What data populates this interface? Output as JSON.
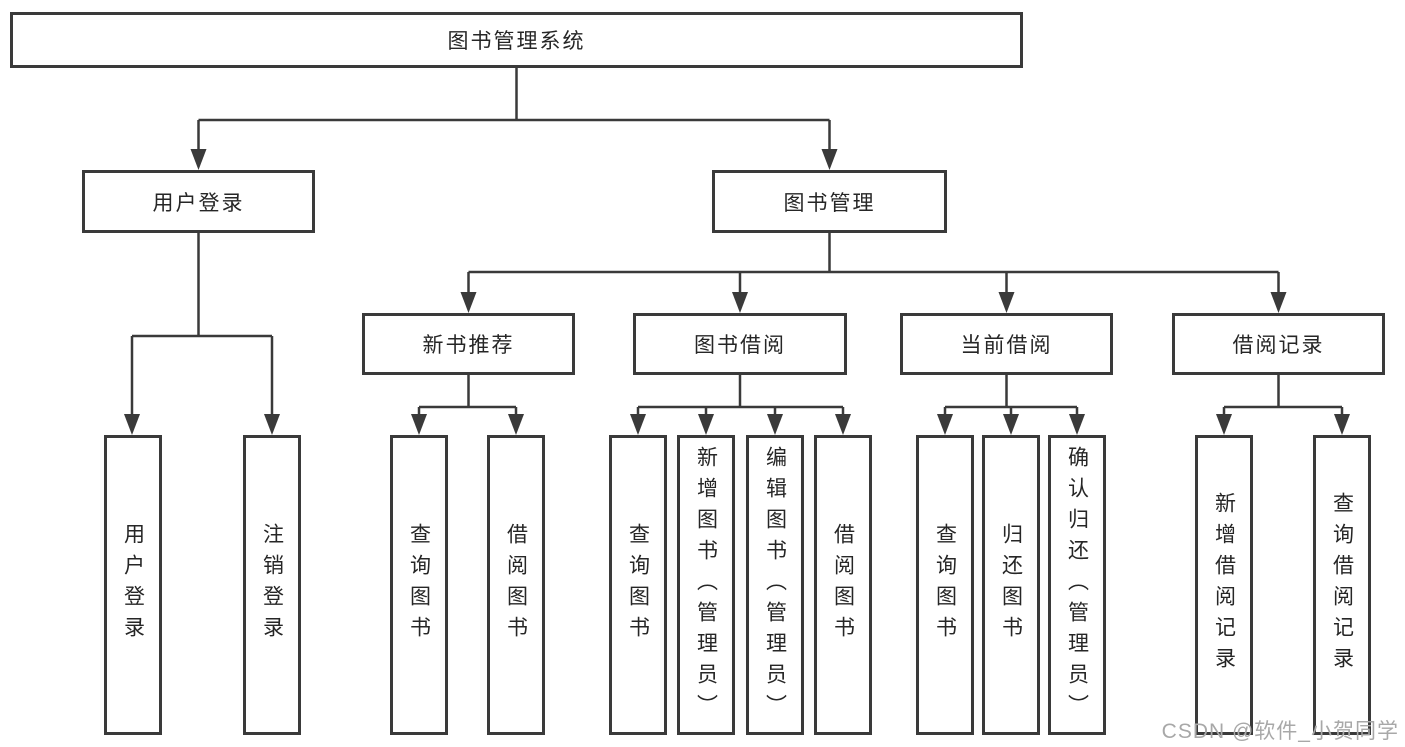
{
  "watermark": "CSDN @软件_小贺同学",
  "colors": {
    "line": "#3a3a3a",
    "text": "#262626",
    "watermark": "#a8a8a8",
    "background": "#ffffff"
  },
  "tree": {
    "root": {
      "label": "图书管理系统"
    },
    "level2": [
      {
        "label": "用户登录"
      },
      {
        "label": "图书管理"
      }
    ],
    "level3": [
      {
        "label": "新书推荐"
      },
      {
        "label": "图书借阅"
      },
      {
        "label": "当前借阅"
      },
      {
        "label": "借阅记录"
      }
    ],
    "leaves": {
      "user_login": [
        {
          "label": "用户登录"
        },
        {
          "label": "注销登录"
        }
      ],
      "new_books": [
        {
          "label": "查询图书"
        },
        {
          "label": "借阅图书"
        }
      ],
      "book_borrow": [
        {
          "label": "查询图书"
        },
        {
          "label": "新增图书（管理员）"
        },
        {
          "label": "编辑图书（管理员）"
        },
        {
          "label": "借阅图书"
        }
      ],
      "current_borrow": [
        {
          "label": "查询图书"
        },
        {
          "label": "归还图书"
        },
        {
          "label": "确认归还（管理员）"
        }
      ],
      "borrow_records": [
        {
          "label": "新增借阅记录"
        },
        {
          "label": "查询借阅记录"
        }
      ]
    }
  }
}
